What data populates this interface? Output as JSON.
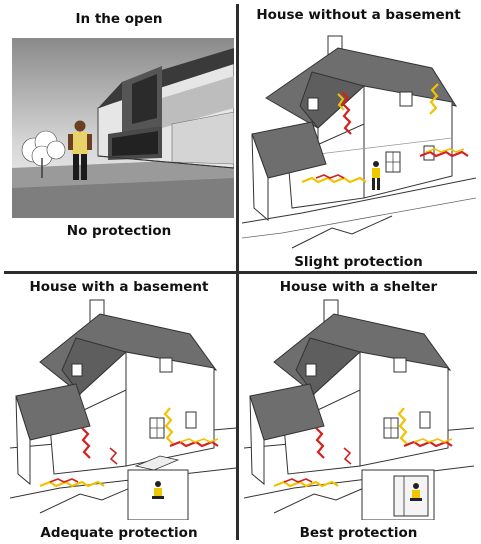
{
  "panels": [
    {
      "title": "In the open",
      "caption": "No protection"
    },
    {
      "title": "House without a basement",
      "caption": "Slight protection"
    },
    {
      "title": "House with a basement",
      "caption": "Adequate protection"
    },
    {
      "title": "House with a shelter",
      "caption": "Best protection"
    }
  ],
  "colors": {
    "radiation_red": "#d42020",
    "radiation_yellow": "#f2c200",
    "roof": "#6e6e6e",
    "divider": "#2d2d2d"
  }
}
